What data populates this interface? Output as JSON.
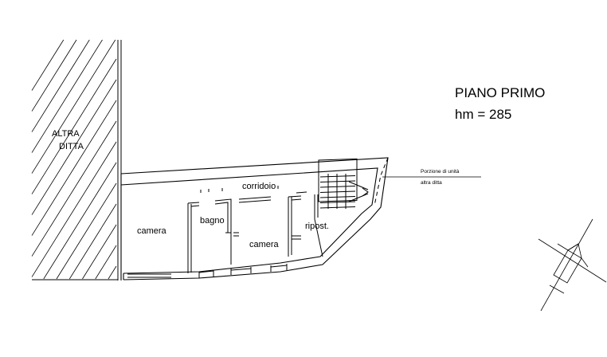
{
  "floor": {
    "title": "PIANO PRIMO",
    "height_note": "hm = 285"
  },
  "neighbour": {
    "line1": "ALTRA",
    "line2": "DITTA"
  },
  "rooms": {
    "corridoio": "corridoio",
    "bagno": "bagno",
    "camera_left": "camera",
    "camera_center": "camera",
    "ripost": "ripost."
  },
  "annotation": {
    "line1": "Porzione di unità",
    "line2": "altra ditta"
  },
  "colors": {
    "ink": "#000000",
    "paper": "#ffffff"
  },
  "icons": {
    "north": "north-arrow-icon",
    "stairs": "staircase-icon"
  }
}
